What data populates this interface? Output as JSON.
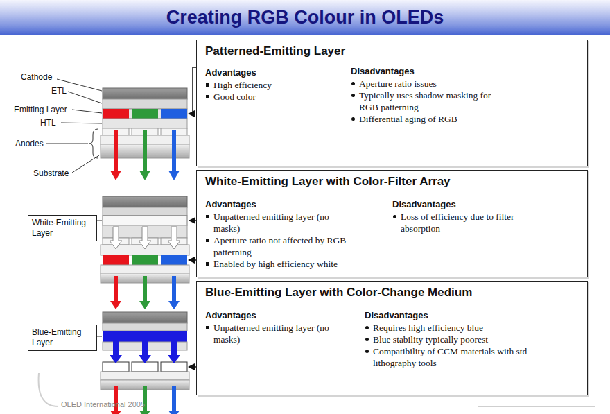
{
  "diagram": {
    "title": "Creating RGB Colour in OLEDs",
    "nodes": [
      {
        "text": [
          "Patterned-Emitting Layer",
          "Advantages",
          "High efficiency",
          "Good color",
          "Disadvantages",
          "Aperture ratio issues",
          "Typically uses shadow masking for RGB patterning",
          "Differential aging of RGB"
        ]
      },
      {
        "text": [
          "White-Emitting Layer"
        ]
      },
      {
        "text": [
          "White-Emitting Layer with Color-Filter Array",
          "Advantages",
          "Unpatterned emitting layer (no masks)",
          "Aperture ratio not affected by RGB patterning",
          "Enabled by high efficiency white",
          "Disadvantages",
          "Loss of efficiency due to filter absorption"
        ]
      },
      {
        "text": [
          "Blue-Emitting Layer"
        ]
      },
      {
        "text": [
          "Blue-Emitting Layer with Color-Change Medium",
          "Advantages",
          "Unpatterned emitting layer (no masks)",
          "Disadvantages",
          "Requires high efficiency blue",
          "Blue stability typically poorest",
          "Compatibility of CCM materials with std lithography tools"
        ]
      }
    ],
    "labels": [
      "Cathode",
      "ETL",
      "Emitting Layer",
      "HTL",
      "Anodes",
      "Substrate",
      "OLED International 2005"
    ]
  }
}
